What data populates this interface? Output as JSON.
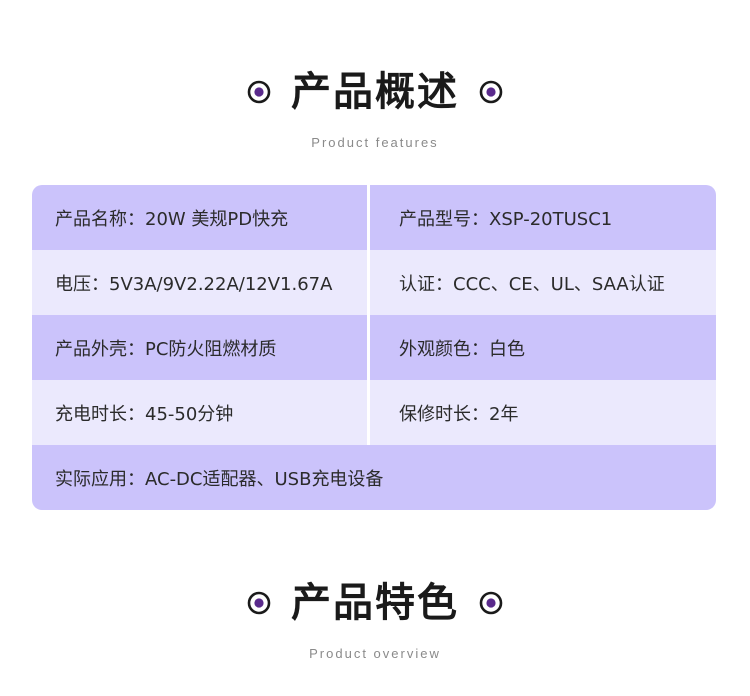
{
  "overview": {
    "title": "产品概述",
    "subtitle": "Product features"
  },
  "specs": [
    {
      "left": "产品名称：20W 美规PD快充",
      "right": "产品型号：XSP-20TUSC1"
    },
    {
      "left": "电压：5V3A/9V2.22A/12V1.67A",
      "right": "认证：CCC、CE、UL、SAA认证"
    },
    {
      "left": "产品外壳：PC防火阻燃材质",
      "right": "外观颜色：白色"
    },
    {
      "left": "充电时长：45-50分钟",
      "right": "保修时长：2年"
    },
    {
      "full": "实际应用：AC-DC适配器、USB充电设备"
    }
  ],
  "features": {
    "title": "产品特色",
    "subtitle": "Product overview"
  },
  "colors": {
    "accent": "#5a2a8c",
    "row_dark": "#cbc3fb",
    "row_light": "#ebe9fd"
  },
  "icons": {
    "title_decoration": "target-icon"
  }
}
